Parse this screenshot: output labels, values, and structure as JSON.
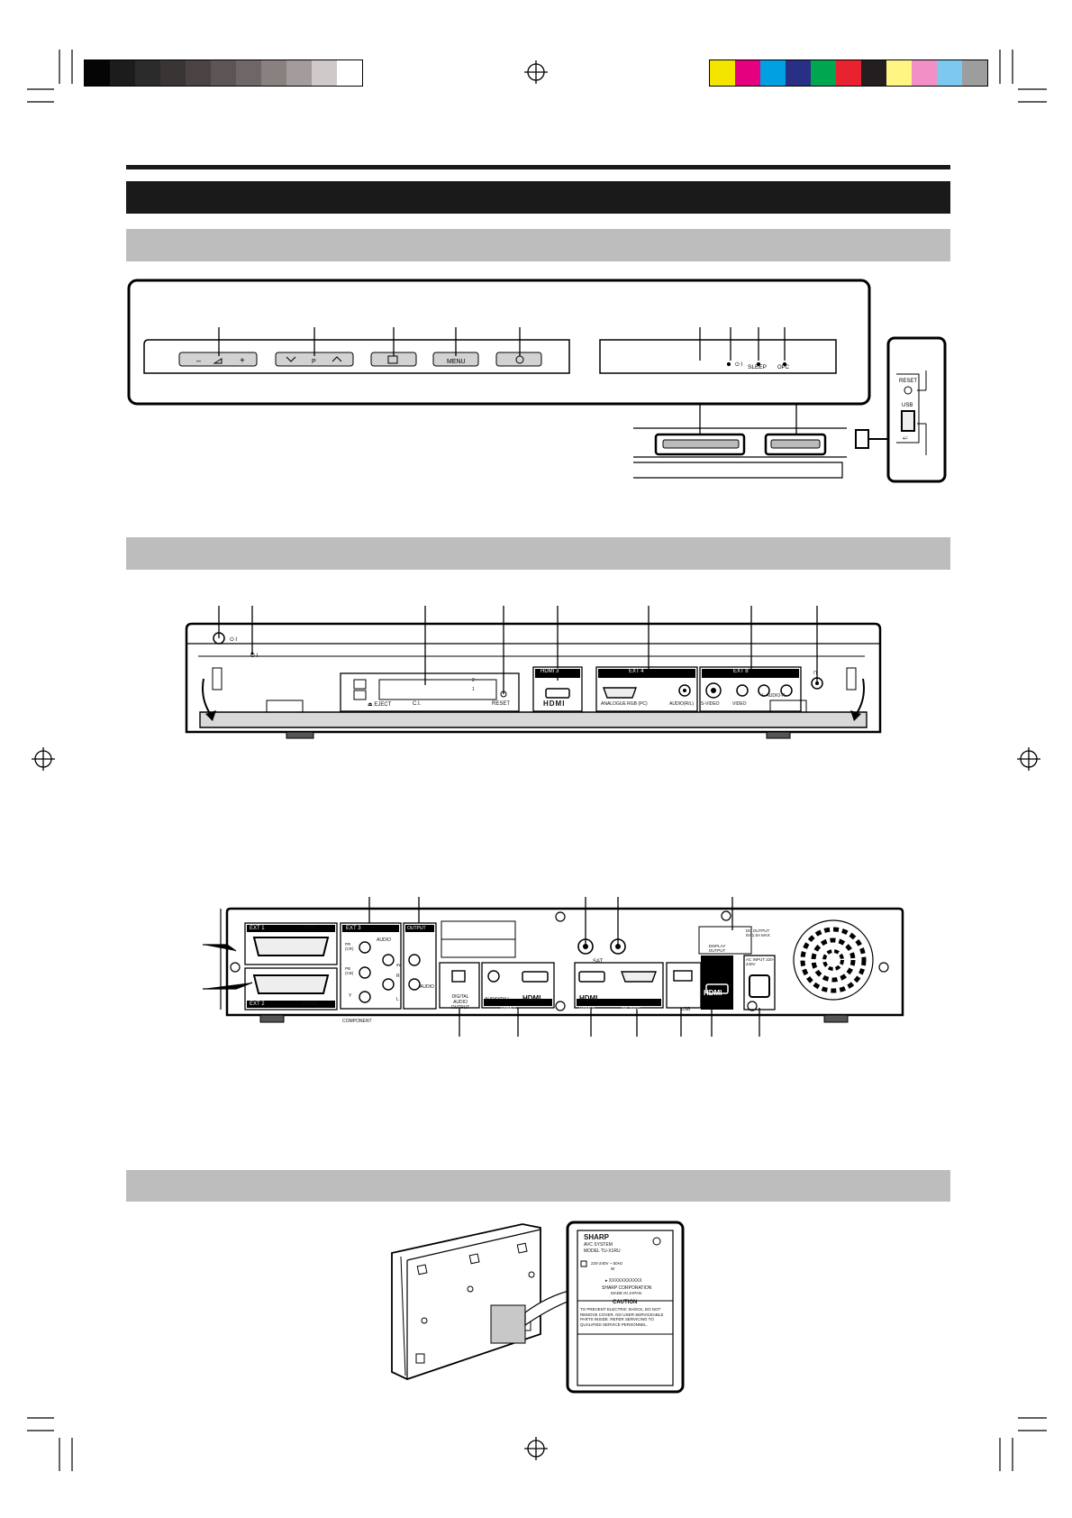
{
  "colors": {
    "greys": [
      "#050505",
      "#1c1c1c",
      "#2b2b2b",
      "#3a3535",
      "#4b4343",
      "#5d5555",
      "#6f6767",
      "#898080",
      "#a49c9c",
      "#cfc9c9",
      "#ffffff"
    ],
    "process": [
      "#f4e500",
      "#e4007f",
      "#00a0e3",
      "#2a2f86",
      "#00a650",
      "#e8222e",
      "#231f20",
      "#fff583",
      "#f18fc6",
      "#7cc8ef",
      "#9d9d9d"
    ]
  },
  "top_panel": {
    "volume_minus": "–",
    "volume_plus": "+",
    "channel_label": "P",
    "menu_label": "MENU",
    "sleep_label": "SLEEP",
    "opc_label": "OPC",
    "side_reset_label": "RESET",
    "side_usb_label": "USB"
  },
  "front_panel": {
    "hdmi3_label": "HDMI 3",
    "ext4_label": "EXT 4",
    "ext8_label": "EXT 8",
    "eject_label": "⏏ EJECT",
    "ci_label": "C.I.",
    "slot2": "2",
    "slot1": "1",
    "reset_label": "RESET",
    "hdmi_logo": "HDMI",
    "analogue_label": "ANALOGUE RGB (PC)",
    "audio_rl_label": "AUDIO(R/L)",
    "svideo_label": "S-VIDEO",
    "video_label": "VIDEO",
    "laudio_label": "L-AUDIO-R"
  },
  "rear_panel": {
    "ext1_label": "EXT 1",
    "ext2_label": "EXT 2",
    "rgb1": "(RGB)",
    "rgb2": "(RGB)",
    "ext3_label": "EXT 3",
    "output_label": "OUTPUT",
    "audio_label": "AUDIO",
    "pr_label": "PR (CR)",
    "pb_label": "PB (CB)",
    "y_label": "Y",
    "component_label": "COMPONENT",
    "r_label": "R",
    "l_label": "L",
    "in_label": "IN",
    "out_audio_label": "AUDIO",
    "sat_label": "SAT",
    "digital_audio_output_label": "DIGITAL AUDIO OUTPUT",
    "audio_rl_label": "AUDIO(R/L)",
    "hdmi1_label": "HDMI 1",
    "hdmi2_label": "HDMI 2",
    "rs232c_label": "RS-232C",
    "usb_label": "USB",
    "display_output_label": "DISPLAY OUTPUT",
    "dc_output_label": "DC OUTPUT 5V 1.5A MAX",
    "ac_input_label": "AC INPUT 220-240V",
    "hdmi_logo": "HDMI"
  },
  "rating_label": {
    "brand": "SHARP",
    "system": "AVC SYSTEM",
    "model": "MODEL   TU-X1RU",
    "power": "220-240V ~  50Hz",
    "watts": "W",
    "serial": "▸ XXXXXXXXXXX",
    "corporation": "SHARP CORPORATION",
    "made_in": "MADE IN JAPAN",
    "caution_title": "CAUTION",
    "caution_text": "TO PREVENT ELECTRIC SHOCK, DO NOT REMOVE COVER. NO USER-SERVICEABLE PARTS INSIDE. REFER SERVICING TO QUALIFIED SERVICE PERSONNEL."
  }
}
